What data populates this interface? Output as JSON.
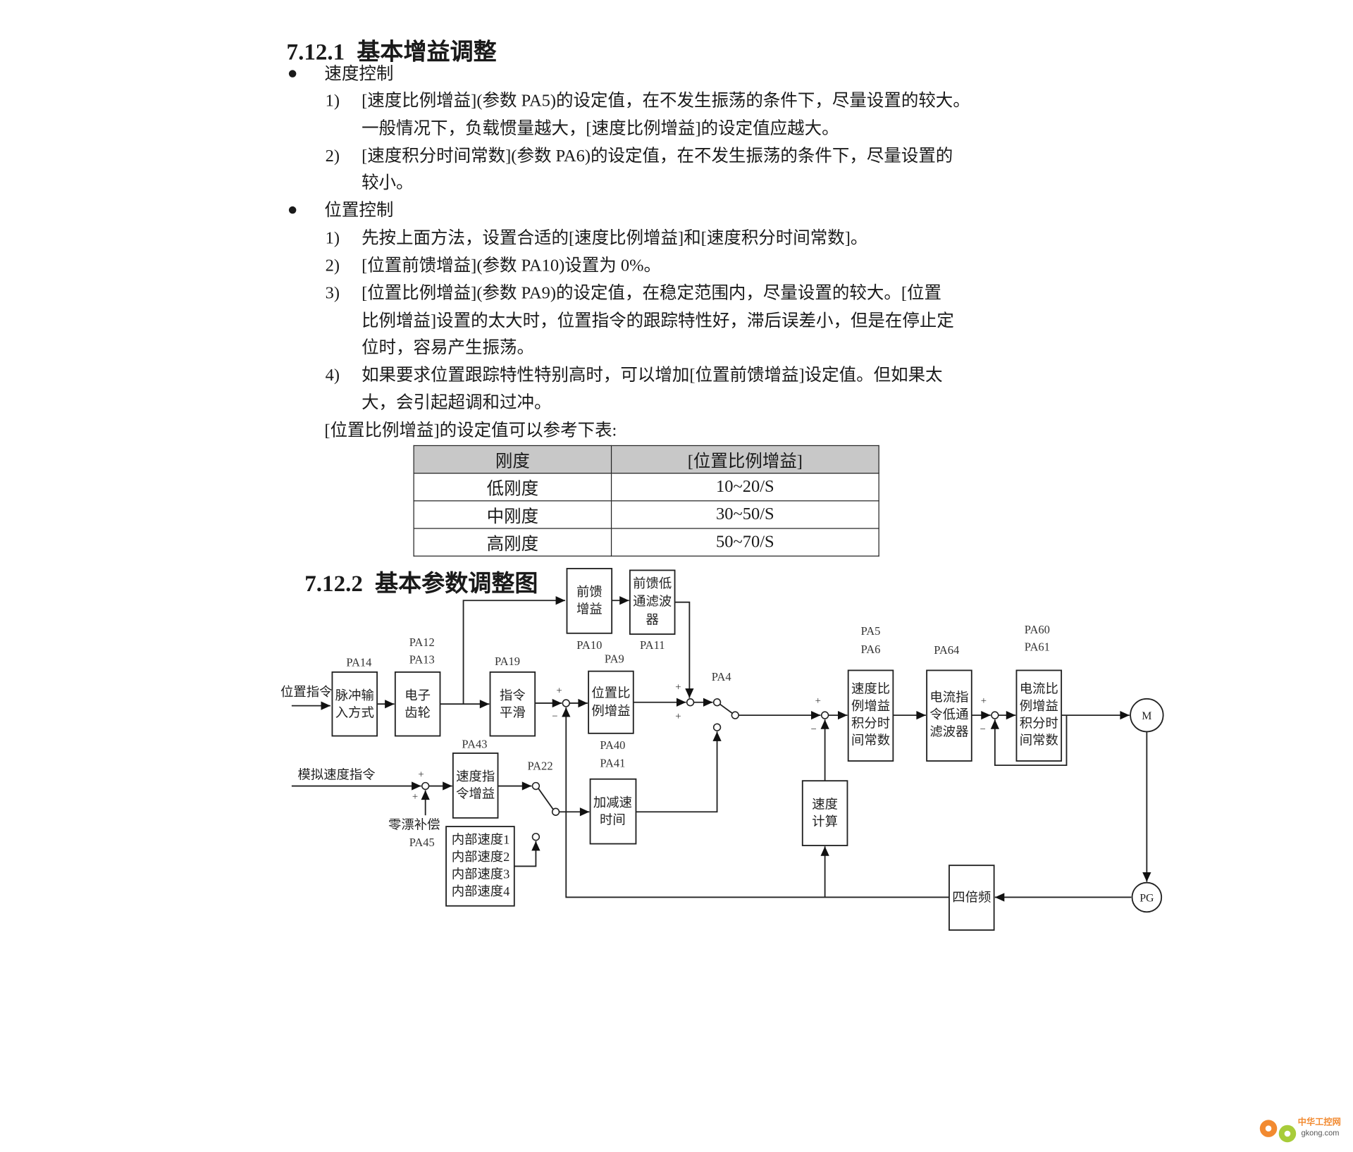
{
  "section1": {
    "number": "7.12.1",
    "title": "基本增益调整"
  },
  "bullet_glyph": "●",
  "speed": {
    "label": "速度控制",
    "items": [
      {
        "num": "1)",
        "lines": [
          "[速度比例增益](参数 PA5)的设定值，在不发生振荡的条件下，尽量设置的较大。",
          "一般情况下，负载惯量越大，[速度比例增益]的设定值应越大。"
        ]
      },
      {
        "num": "2)",
        "lines": [
          "[速度积分时间常数](参数 PA6)的设定值，在不发生振荡的条件下，尽量设置的",
          "较小。"
        ]
      }
    ]
  },
  "position": {
    "label": "位置控制",
    "items": [
      {
        "num": "1)",
        "lines": [
          "先按上面方法，设置合适的[速度比例增益]和[速度积分时间常数]。"
        ]
      },
      {
        "num": "2)",
        "lines": [
          "[位置前馈增益](参数 PA10)设置为 0%。"
        ]
      },
      {
        "num": "3)",
        "lines": [
          "[位置比例增益](参数  PA9)的设定值，在稳定范围内，尽量设置的较大。[位置",
          "比例增益]设置的太大时，位置指令的跟踪特性好，滞后误差小，但是在停止定",
          "位时，容易产生振荡。"
        ]
      },
      {
        "num": "4)",
        "lines": [
          "如果要求位置跟踪特性特别高时，可以增加[位置前馈增益]设定值。但如果太",
          "大，会引起超调和过冲。"
        ]
      }
    ],
    "table_intro": "[位置比例增益]的设定值可以参考下表:"
  },
  "table": {
    "headers": [
      "刚度",
      "[位置比例增益]"
    ],
    "rows": [
      [
        "低刚度",
        "10~20/S"
      ],
      [
        "中刚度",
        "30~50/S"
      ],
      [
        "高刚度",
        "50~70/S"
      ]
    ]
  },
  "section2": {
    "number": "7.12.2",
    "title": "基本参数调整图"
  },
  "diagram": {
    "inputs": {
      "position_cmd": "位置指令",
      "analog_speed_cmd": "模拟速度指令",
      "zero_drift": "零漂补偿",
      "zero_drift_param": "PA45"
    },
    "blocks": {
      "pulse_input": {
        "lines": [
          "脉冲输",
          "入方式"
        ],
        "params": [
          "PA14"
        ]
      },
      "e_gear": {
        "lines": [
          "电子",
          "齿轮"
        ],
        "params": [
          "PA12",
          "PA13"
        ]
      },
      "cmd_smooth": {
        "lines": [
          "指令",
          "平滑"
        ],
        "params": [
          "PA19"
        ]
      },
      "ff_gain": {
        "lines": [
          "前馈",
          "增益"
        ],
        "params": [
          "PA10"
        ]
      },
      "ff_filter": {
        "lines": [
          "前馈低",
          "通滤波",
          "器"
        ],
        "params": [
          "PA11"
        ]
      },
      "pos_gain": {
        "lines": [
          "位置比",
          "例增益"
        ],
        "params": [
          "PA9"
        ]
      },
      "speed_pi": {
        "lines": [
          "速度比",
          "例增益",
          "积分时",
          "间常数"
        ],
        "params": [
          "PA5",
          "PA6"
        ]
      },
      "cur_filter": {
        "lines": [
          "电流指",
          "令低通",
          "滤波器"
        ],
        "params": [
          "PA64"
        ]
      },
      "cur_pi": {
        "lines": [
          "电流比",
          "例增益",
          "积分时",
          "间常数"
        ],
        "params": [
          "PA60",
          "PA61"
        ]
      },
      "speed_cmd_gain": {
        "lines": [
          "速度指",
          "令增益"
        ],
        "params": [
          "PA43"
        ]
      },
      "accel_decel": {
        "lines": [
          "加减速",
          "时间"
        ],
        "params": [
          "PA40",
          "PA41"
        ]
      },
      "speed_calc": {
        "lines": [
          "速度",
          "计算"
        ]
      },
      "quad": {
        "lines": [
          "四倍频"
        ]
      },
      "internal_speeds": {
        "lines": [
          "内部速度1",
          "内部速度2",
          "内部速度3",
          "内部速度4"
        ]
      }
    },
    "switches": {
      "mode": "PA4",
      "speed_src": "PA22"
    },
    "motor": "M",
    "encoder": "PG",
    "signs": {
      "plus": "+",
      "minus": "−"
    }
  },
  "watermark": {
    "text_cn": "中华工控网",
    "text_en": "gkong.com",
    "colors": {
      "gear1": "#f28a30",
      "gear2": "#a8cc3a"
    }
  }
}
